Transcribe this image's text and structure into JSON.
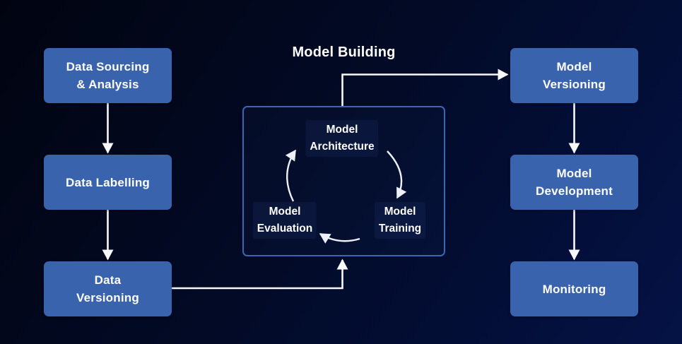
{
  "title": "Model Building",
  "nodes": {
    "left": [
      {
        "lines": [
          "Data Sourcing",
          "& Analysis"
        ]
      },
      {
        "lines": [
          "Data Labelling"
        ]
      },
      {
        "lines": [
          "Data",
          "Versioning"
        ]
      }
    ],
    "right": [
      {
        "lines": [
          "Model",
          "Versioning"
        ]
      },
      {
        "lines": [
          "Model",
          "Development"
        ]
      },
      {
        "lines": [
          "Monitoring"
        ]
      }
    ],
    "cycle": [
      {
        "lines": [
          "Model",
          "Architecture"
        ]
      },
      {
        "lines": [
          "Model",
          "Training"
        ]
      },
      {
        "lines": [
          "Model",
          "Evaluation"
        ]
      }
    ]
  },
  "colors": {
    "background_top_left": "#010410",
    "background_bottom_right": "#041245",
    "node_fill": "#3a63ae",
    "cycle_border": "#3c66b4",
    "arrow": "#f7f8fb",
    "text": "#ffffff"
  }
}
